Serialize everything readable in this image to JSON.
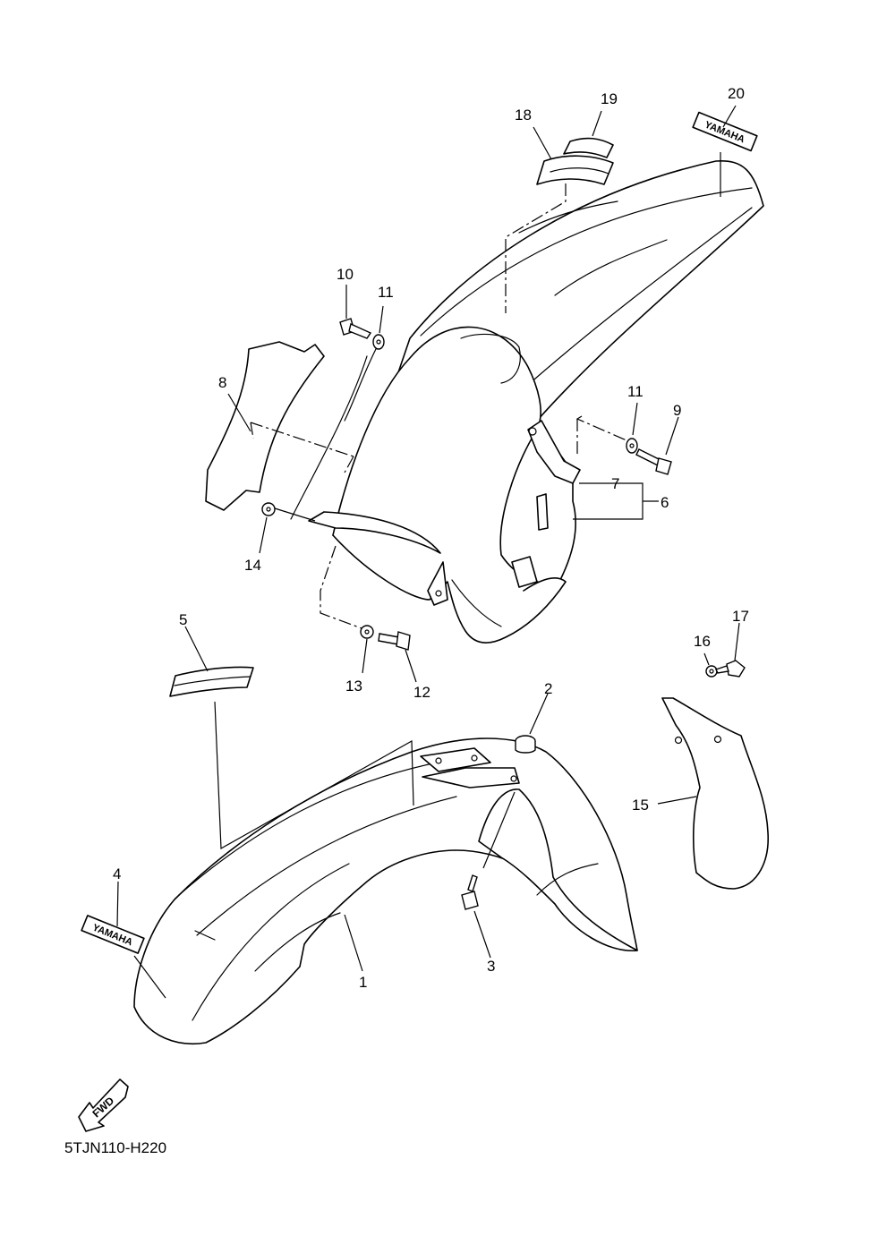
{
  "diagram": {
    "callouts": [
      "1",
      "2",
      "3",
      "4",
      "5",
      "6",
      "7",
      "8",
      "9",
      "10",
      "11",
      "11",
      "12",
      "13",
      "14",
      "15",
      "16",
      "17",
      "18",
      "19",
      "20"
    ],
    "decal_text": "YAMAHA",
    "fwd_text": "FWD",
    "code": "5TJN110-H220"
  }
}
